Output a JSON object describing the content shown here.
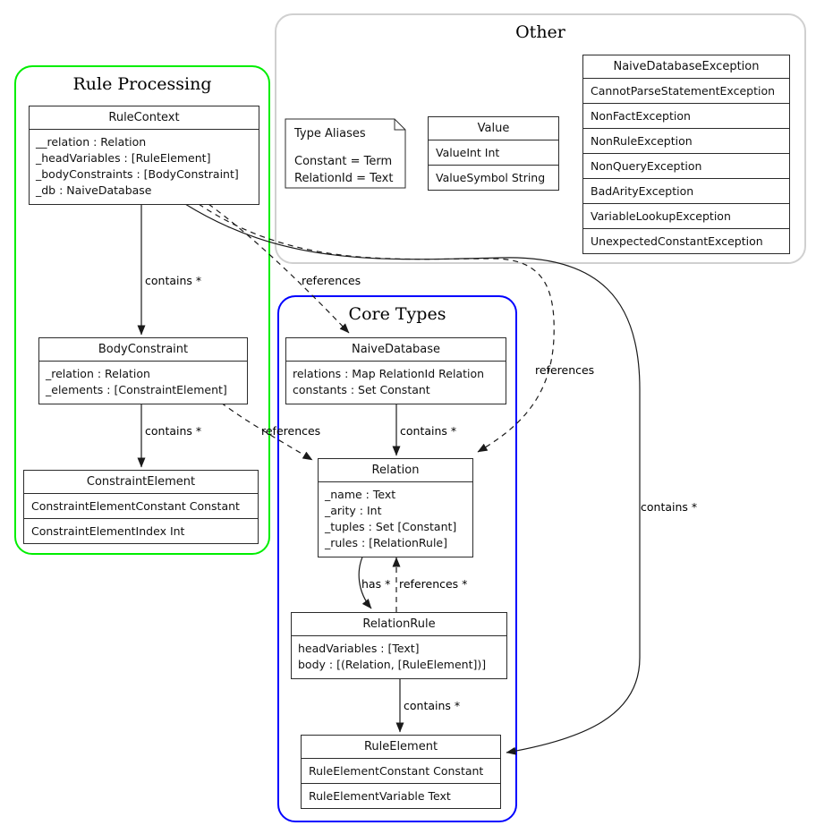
{
  "diagram": {
    "groups": {
      "rule_processing": {
        "title": "Rule Processing",
        "border_color": "#00ee00"
      },
      "other": {
        "title": "Other",
        "border_color": "#d0d0d0"
      },
      "core_types": {
        "title": "Core Types",
        "border_color": "#0000ff"
      }
    },
    "classes": {
      "rule_context": {
        "title": "RuleContext",
        "rows": [
          "__relation : Relation",
          "_headVariables : [RuleElement]",
          "_bodyConstraints : [BodyConstraint]",
          "_db : NaiveDatabase"
        ]
      },
      "value": {
        "title": "Value",
        "rows": [
          "ValueInt Int",
          "ValueSymbol String"
        ]
      },
      "exceptions": {
        "title": "NaiveDatabaseException",
        "rows": [
          "CannotParseStatementException",
          "NonFactException",
          "NonRuleException",
          "NonQueryException",
          "BadArityException",
          "VariableLookupException",
          "UnexpectedConstantException"
        ]
      },
      "body_constraint": {
        "title": "BodyConstraint",
        "rows": [
          "_relation : Relation",
          "_elements : [ConstraintElement]"
        ]
      },
      "constraint_element": {
        "title": "ConstraintElement",
        "rows": [
          "ConstraintElementConstant Constant",
          "ConstraintElementIndex Int"
        ]
      },
      "naive_database": {
        "title": "NaiveDatabase",
        "rows": [
          "relations : Map RelationId Relation",
          "constants : Set Constant"
        ]
      },
      "relation": {
        "title": "Relation",
        "rows": [
          "_name : Text",
          "_arity : Int",
          "_tuples : Set [Constant]",
          "_rules : [RelationRule]"
        ]
      },
      "relation_rule": {
        "title": "RelationRule",
        "rows": [
          "headVariables : [Text]",
          "body : [(Relation, [RuleElement])]"
        ]
      },
      "rule_element": {
        "title": "RuleElement",
        "rows": [
          "RuleElementConstant Constant",
          "RuleElementVariable Text"
        ]
      }
    },
    "note": {
      "title": "Type Aliases",
      "lines": [
        "Constant = Term",
        "RelationId = Text"
      ]
    },
    "edge_labels": {
      "rulecontext_bodyconstraint": "contains *",
      "bodyconstraint_constraintelement": "contains *",
      "naivedatabase_relation": "contains *",
      "relationrule_ruleelement": "contains *",
      "rulecontext_ruleelement": "contains *",
      "relation_relationrule": "has *",
      "relationrule_relation": "references *",
      "bodyconstraint_relation": "references",
      "rulecontext_naivedatabase": "references",
      "rulecontext_relation": "references"
    }
  }
}
